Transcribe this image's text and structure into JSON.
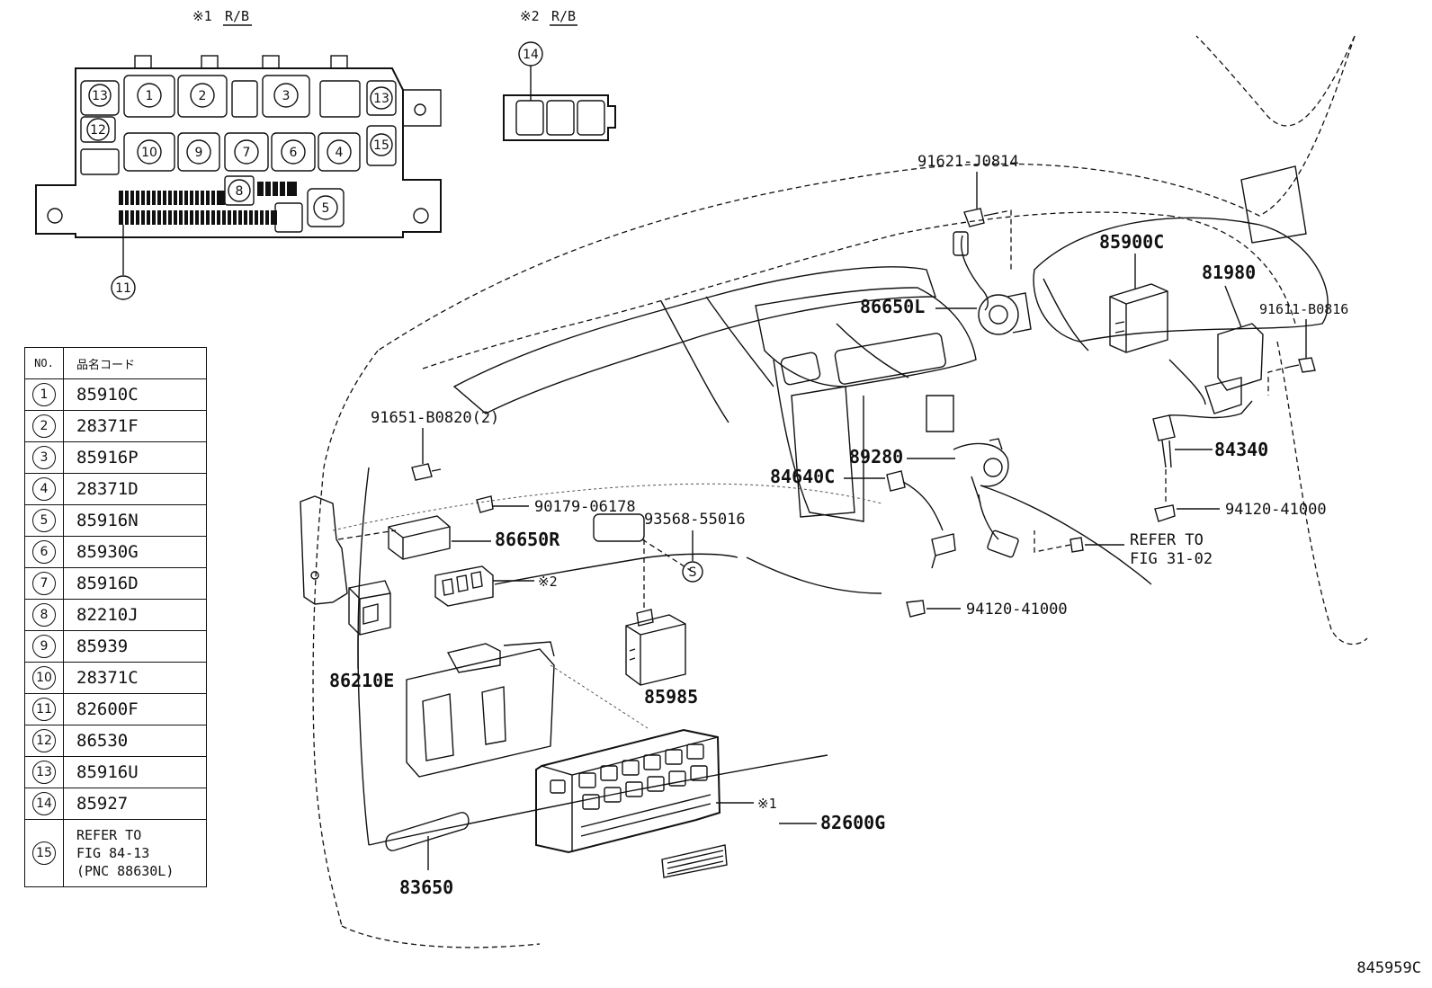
{
  "relay_box_1": {
    "caption_mark": "※1",
    "caption_text": "R/B",
    "positions": [
      "13",
      "1",
      "2",
      "3",
      "13",
      "12",
      "10",
      "9",
      "7",
      "6",
      "4",
      "15",
      "8",
      "5"
    ],
    "callout_11": "11"
  },
  "relay_box_2": {
    "caption_mark": "※2",
    "caption_text": "R/B",
    "callout": "14"
  },
  "table": {
    "col_no": "NO.",
    "col_code": "品名コード",
    "rows": [
      {
        "no": "1",
        "code": "85910C"
      },
      {
        "no": "2",
        "code": "28371F"
      },
      {
        "no": "3",
        "code": "85916P"
      },
      {
        "no": "4",
        "code": "28371D"
      },
      {
        "no": "5",
        "code": "85916N"
      },
      {
        "no": "6",
        "code": "85930G"
      },
      {
        "no": "7",
        "code": "85916D"
      },
      {
        "no": "8",
        "code": "82210J"
      },
      {
        "no": "9",
        "code": "85939"
      },
      {
        "no": "10",
        "code": "28371C"
      },
      {
        "no": "11",
        "code": "82600F"
      },
      {
        "no": "12",
        "code": "86530"
      },
      {
        "no": "13",
        "code": "85916U"
      },
      {
        "no": "14",
        "code": "85927"
      },
      {
        "no": "15",
        "code": "REFER TO\nFIG 84-13\n(PNC 88630L)"
      }
    ]
  },
  "labels": {
    "p91621": "91621-J0814",
    "p86650L": "86650L",
    "p85900C": "85900C",
    "p81980": "81980",
    "p91611": "91611-B0816",
    "p91651": "91651-B0820(2)",
    "p89280": "89280",
    "p84640C": "84640C",
    "p84340": "84340",
    "p90179": "90179-06178",
    "p93568": "93568-55016",
    "p86650R": "86650R",
    "p94120a": "94120-41000",
    "p94120b": "94120-41000",
    "refer_1": "REFER TO",
    "refer_2": "FIG 31-02",
    "mark2": "※2",
    "mark1": "※1",
    "p86210E": "86210E",
    "p85985": "85985",
    "p82600G": "82600G",
    "p83650": "83650",
    "s_mark": "S"
  },
  "figure_code": "845959C"
}
